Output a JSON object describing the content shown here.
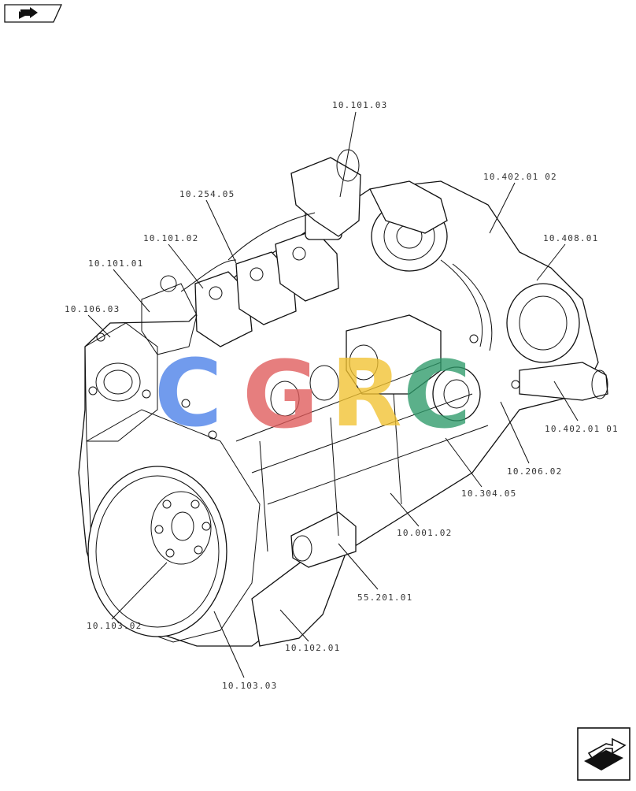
{
  "callouts": [
    {
      "id": "c1",
      "label": "10.101.03"
    },
    {
      "id": "c2",
      "label": "10.402.01 02"
    },
    {
      "id": "c3",
      "label": "10.254.05"
    },
    {
      "id": "c4",
      "label": "10.101.02"
    },
    {
      "id": "c5",
      "label": "10.408.01"
    },
    {
      "id": "c6",
      "label": "10.101.01"
    },
    {
      "id": "c7",
      "label": "10.106.03"
    },
    {
      "id": "c8",
      "label": "10.402.01 01"
    },
    {
      "id": "c9",
      "label": "10.206.02"
    },
    {
      "id": "c10",
      "label": "10.304.05"
    },
    {
      "id": "c11",
      "label": "10.001.02"
    },
    {
      "id": "c12",
      "label": "55.201.01"
    },
    {
      "id": "c13",
      "label": "10.103.02"
    },
    {
      "id": "c14",
      "label": "10.102.01"
    },
    {
      "id": "c15",
      "label": "10.103.03"
    }
  ],
  "watermark": {
    "letters": [
      "C",
      "G",
      "R",
      "C"
    ],
    "colors": [
      "#4a7fe8",
      "#e05a5a",
      "#f2c230",
      "#2e9a6a"
    ]
  },
  "icons": {
    "top_left": "open-book-arrow-icon",
    "bottom_right": "book-arrow-icon"
  }
}
